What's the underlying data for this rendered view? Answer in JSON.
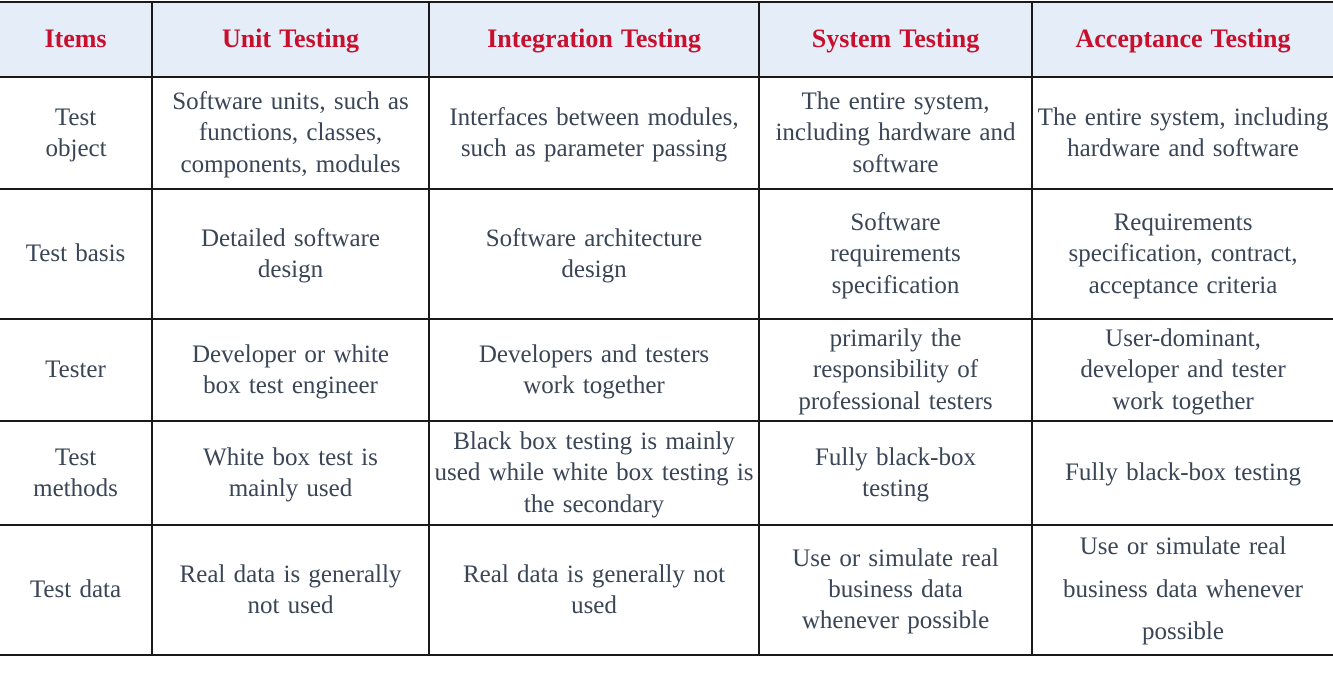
{
  "headers": [
    "Items",
    "Unit Testing",
    "Integration Testing",
    "System Testing",
    "Acceptance Testing"
  ],
  "rows": [
    {
      "item": "Test object",
      "unit": "Software units, such as functions, classes, components, modules",
      "integration": "Interfaces between modules, such as parameter passing",
      "system": "The entire system, including hardware and software",
      "acceptance": "The entire system, including hardware and software"
    },
    {
      "item": "Test basis",
      "unit": "Detailed software design",
      "integration": "Software architecture design",
      "system": "Software requirements specification",
      "acceptance": "Requirements specification, contract, acceptance criteria"
    },
    {
      "item": "Tester",
      "unit": "Developer or white box test engineer",
      "integration": "Developers and testers work together",
      "system": "primarily the responsibility of professional testers",
      "acceptance": "User-dominant, developer and tester work together"
    },
    {
      "item": "Test methods",
      "unit": "White box test is mainly used",
      "integration": "Black box testing is mainly used while white box testing is the secondary",
      "system": "Fully black-box testing",
      "acceptance": "Fully black-box testing"
    },
    {
      "item": "Test data",
      "unit": "Real data is generally not used",
      "integration": "Real data is generally not used",
      "system": "Use or simulate real business data whenever possible",
      "acceptance": "Use or simulate real business data whenever possible"
    }
  ],
  "colors": {
    "header_text": "#c8102e",
    "header_bg": "#e4edf8",
    "body_text": "#3a4556",
    "grid_line": "#1a1a1a"
  }
}
